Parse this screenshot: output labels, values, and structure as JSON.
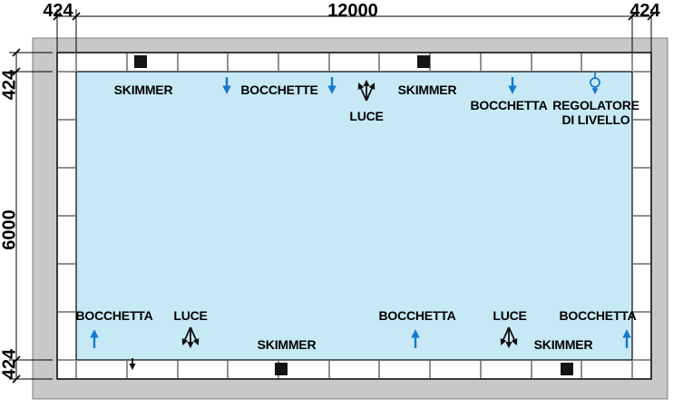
{
  "colors": {
    "water": "#c7e9f5",
    "collar": "#c8c8c8",
    "arrow": "#1778cf",
    "line": "#000000"
  },
  "dimensions": {
    "top_left": "424",
    "top_middle": "12000",
    "top_right": "424",
    "left_top": "424",
    "left_middle": "6000",
    "left_bottom": "424"
  },
  "labels": {
    "skimmer_top_left": "SKIMMER",
    "bocchette_top": "BOCCHETTE",
    "luce_top": "LUCE",
    "skimmer_top_right": "SKIMMER",
    "bocchetta_top_right": "BOCCHETTA",
    "regolatore_line1": "REGOLATORE",
    "regolatore_line2": "DI LIVELLO",
    "bocchetta_bottom_left": "BOCCHETTA",
    "luce_bottom_left": "LUCE",
    "skimmer_bottom_left": "SKIMMER",
    "bocchetta_bottom_mid": "BOCCHETTA",
    "luce_bottom_right": "LUCE",
    "skimmer_bottom_right": "SKIMMER",
    "bocchetta_bottom_right": "BOCCHETTA"
  }
}
